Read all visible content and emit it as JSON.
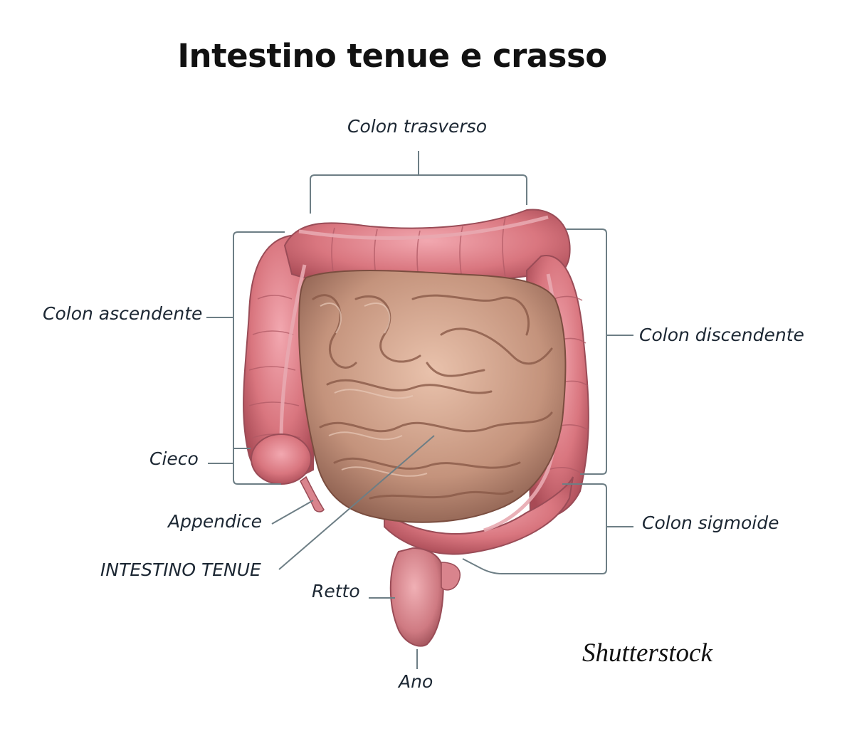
{
  "title": "Intestino tenue e crasso",
  "labels": {
    "colon_trasverso": "Colon trasverso",
    "colon_ascendente": "Colon ascendente",
    "colon_discendente": "Colon discendente",
    "cieco": "Cieco",
    "appendice": "Appendice",
    "colon_sigmoide": "Colon sigmoide",
    "intestino_tenue": "INTESTINO TENUE",
    "retto": "Retto",
    "ano": "Ano"
  },
  "watermark": "Shutterstock",
  "colors": {
    "leader_line": "#6d7e85",
    "large_intestine": "#d97a86",
    "small_intestine": "#c99a84",
    "text": "#1c2733"
  }
}
